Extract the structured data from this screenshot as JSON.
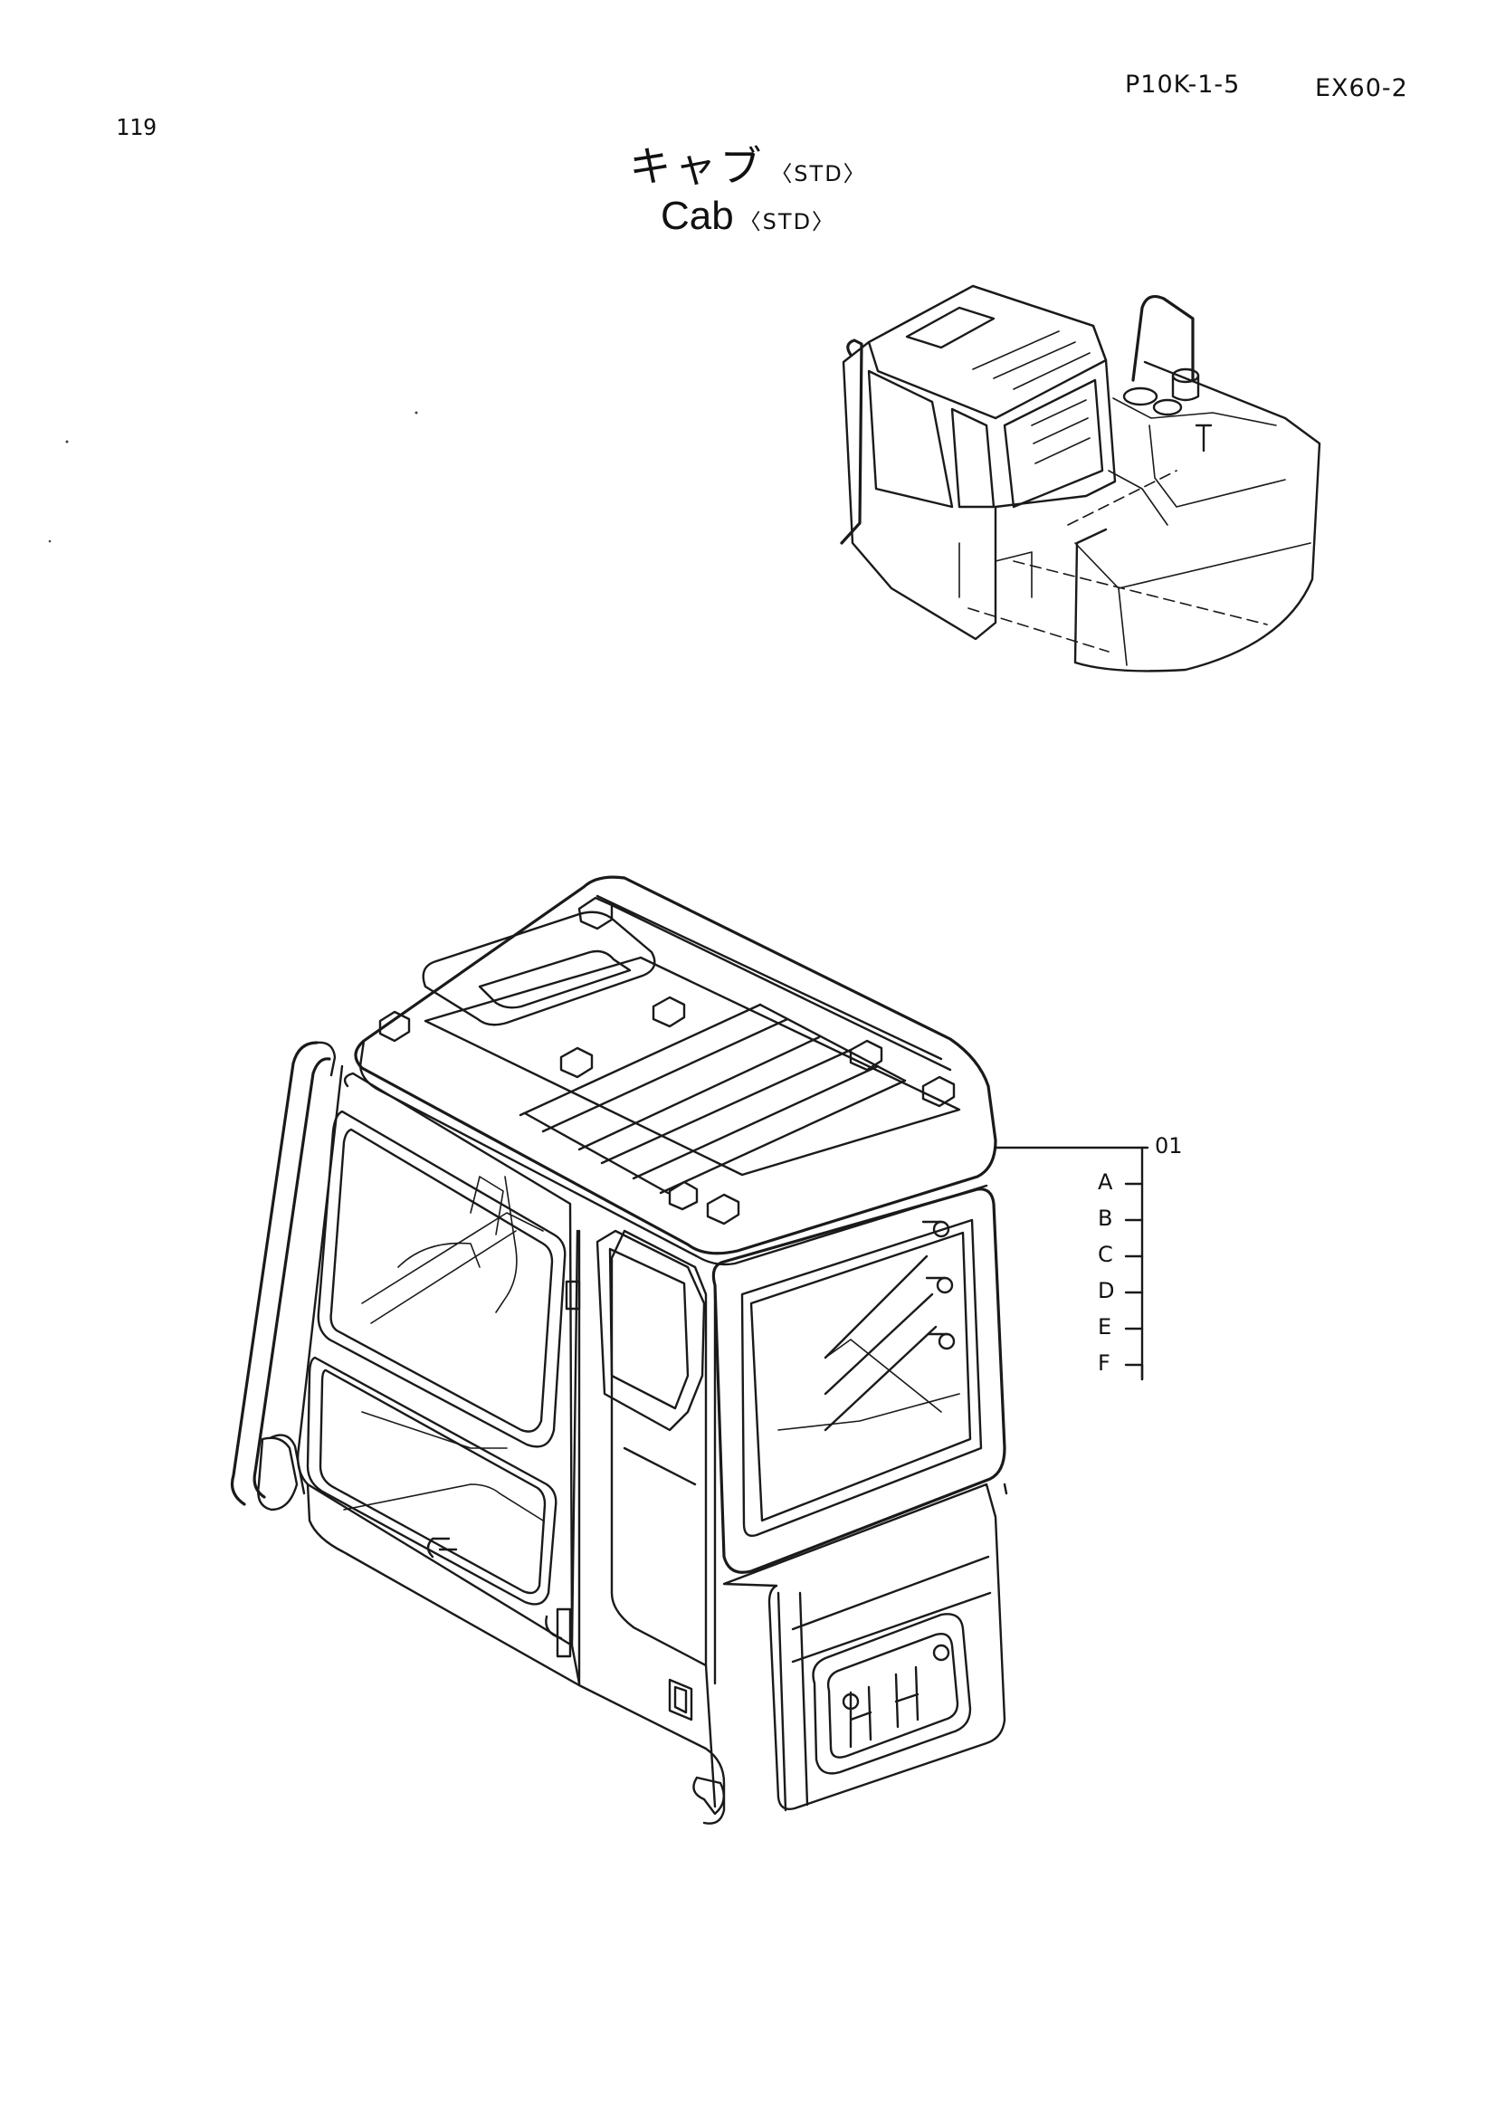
{
  "header": {
    "figure_code": "P10K-1-5",
    "model": "EX60-2",
    "page_number": "119"
  },
  "title": {
    "ja": "キャブ",
    "ja_variant": "〈STD〉",
    "en": "Cab",
    "en_variant": "〈STD〉"
  },
  "callouts": {
    "main": "01",
    "subs": [
      "A",
      "B",
      "C",
      "D",
      "E",
      "F"
    ]
  }
}
